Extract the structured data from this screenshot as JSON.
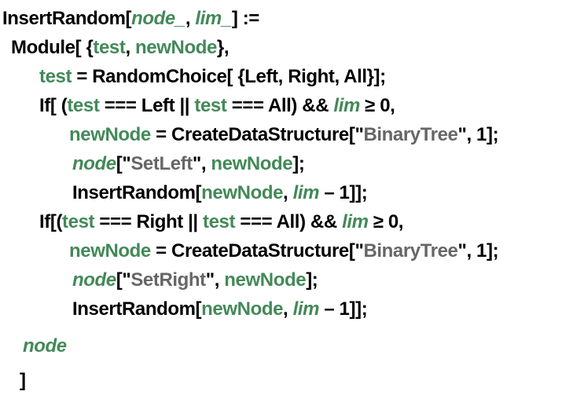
{
  "colors": {
    "default": "#000000",
    "local_variable": "#438958",
    "pattern_variable": "#438958",
    "string": "#666666"
  },
  "code_lines": [
    [
      {
        "t": "InsertRandom[",
        "c": "default"
      },
      {
        "t": "node_",
        "c": "pattern"
      },
      {
        "t": ", ",
        "c": "default"
      },
      {
        "t": "lim_",
        "c": "pattern"
      },
      {
        "t": "] :=",
        "c": "default"
      }
    ],
    [
      {
        "t": "Module[ {",
        "c": "default"
      },
      {
        "t": "test",
        "c": "local"
      },
      {
        "t": ", ",
        "c": "default"
      },
      {
        "t": "newNode",
        "c": "local"
      },
      {
        "t": "},",
        "c": "default"
      }
    ],
    [
      {
        "t": "test",
        "c": "local"
      },
      {
        "t": " = RandomChoice[ {Left, Right, All}];",
        "c": "default"
      }
    ],
    [
      {
        "t": "If[ (",
        "c": "default"
      },
      {
        "t": "test",
        "c": "local"
      },
      {
        "t": " === Left || ",
        "c": "default"
      },
      {
        "t": "test",
        "c": "local"
      },
      {
        "t": " === All) && ",
        "c": "default"
      },
      {
        "t": "lim",
        "c": "pattern"
      },
      {
        "t": " ≥ 0,",
        "c": "default"
      }
    ],
    [
      {
        "t": "newNode",
        "c": "local"
      },
      {
        "t": " = CreateDataStructure[\"",
        "c": "default"
      },
      {
        "t": "BinaryTree",
        "c": "string"
      },
      {
        "t": "\", 1];",
        "c": "default"
      }
    ],
    [
      {
        "t": "node",
        "c": "pattern"
      },
      {
        "t": "[\"",
        "c": "default"
      },
      {
        "t": "SetLeft",
        "c": "string"
      },
      {
        "t": "\", ",
        "c": "default"
      },
      {
        "t": "newNode",
        "c": "local"
      },
      {
        "t": "];",
        "c": "default"
      }
    ],
    [
      {
        "t": "InsertRandom[",
        "c": "default"
      },
      {
        "t": "newNode",
        "c": "local"
      },
      {
        "t": ", ",
        "c": "default"
      },
      {
        "t": "lim",
        "c": "pattern"
      },
      {
        "t": " – 1]];",
        "c": "default"
      }
    ],
    [
      {
        "t": "If[(",
        "c": "default"
      },
      {
        "t": "test",
        "c": "local"
      },
      {
        "t": " === Right || ",
        "c": "default"
      },
      {
        "t": "test",
        "c": "local"
      },
      {
        "t": " === All) && ",
        "c": "default"
      },
      {
        "t": "lim",
        "c": "pattern"
      },
      {
        "t": " ≥ 0,",
        "c": "default"
      }
    ],
    [
      {
        "t": "newNode",
        "c": "local"
      },
      {
        "t": " = CreateDataStructure[\"",
        "c": "default"
      },
      {
        "t": "BinaryTree",
        "c": "string"
      },
      {
        "t": "\", 1];",
        "c": "default"
      }
    ],
    [
      {
        "t": "node",
        "c": "pattern"
      },
      {
        "t": "[\"",
        "c": "default"
      },
      {
        "t": "SetRight",
        "c": "string"
      },
      {
        "t": "\", ",
        "c": "default"
      },
      {
        "t": "newNode",
        "c": "local"
      },
      {
        "t": "];",
        "c": "default"
      }
    ],
    [
      {
        "t": "InsertRandom[",
        "c": "default"
      },
      {
        "t": "newNode",
        "c": "local"
      },
      {
        "t": ", ",
        "c": "default"
      },
      {
        "t": "lim",
        "c": "pattern"
      },
      {
        "t": " – 1]];",
        "c": "default"
      }
    ],
    [
      {
        "t": "node",
        "c": "pattern"
      }
    ],
    [
      {
        "t": "]",
        "c": "default"
      }
    ]
  ]
}
